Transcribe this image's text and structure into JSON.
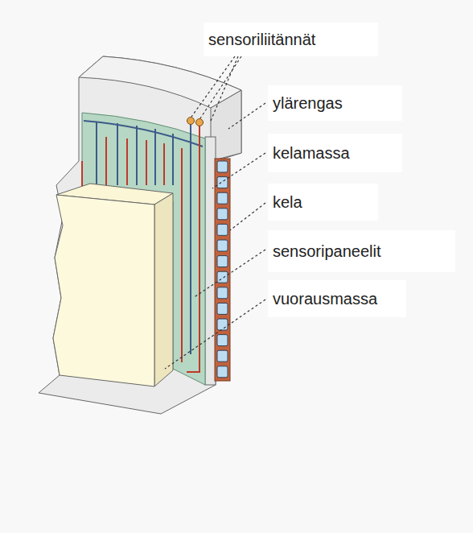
{
  "diagram": {
    "labels": [
      "sensoriliitännät",
      "ylärengas",
      "kelamassa",
      "kela",
      "sensoripaneelit",
      "vuorausmassa"
    ]
  }
}
